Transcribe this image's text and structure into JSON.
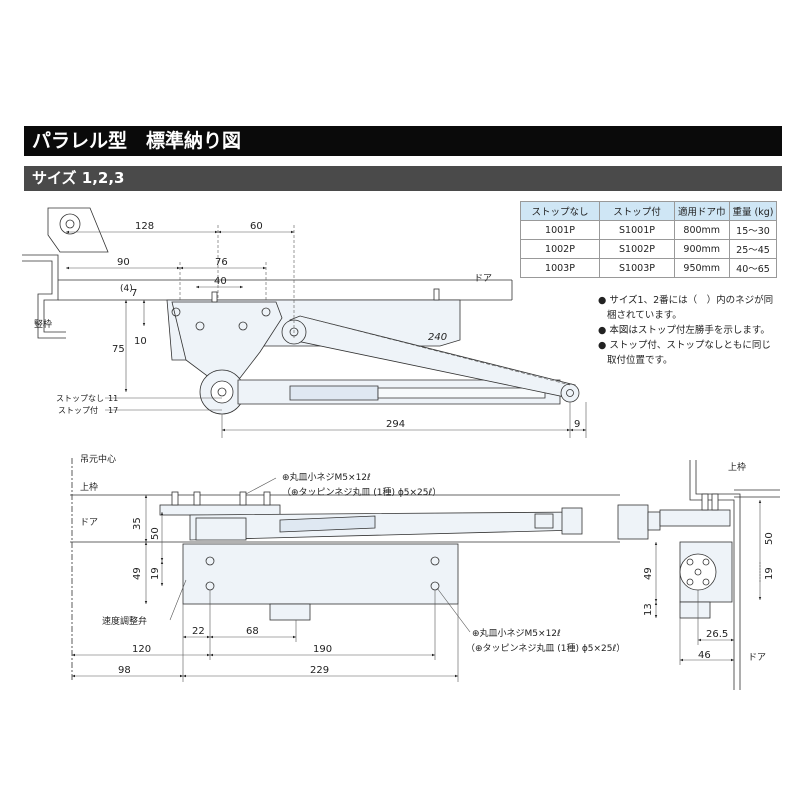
{
  "header": {
    "title": "パラレル型　標準納り図",
    "subtitle": "サイズ 1,2,3"
  },
  "spec_table": {
    "headers": [
      "ストップなし",
      "ストップ付",
      "適用ドア巾",
      "重量 (kg)"
    ],
    "rows": [
      [
        "1001P",
        "S1001P",
        "800mm",
        "15～30"
      ],
      [
        "1002P",
        "S1002P",
        "900mm",
        "25～45"
      ],
      [
        "1003P",
        "S1003P",
        "950mm",
        "40～65"
      ]
    ]
  },
  "notes": [
    "サイズ1、2番には（　）内のネジが同梱されています。",
    "本図はストップ付左勝手を示します。",
    "ストップ付、ストップなしともに同じ取付位置です。"
  ],
  "top_view": {
    "dims": {
      "d128": "128",
      "d60": "60",
      "d90": "90",
      "d76": "76",
      "d40": "40",
      "d4": "(4)",
      "d7": "7",
      "d10": "10",
      "d75": "75",
      "d240": "240",
      "d294": "294",
      "d9": "9",
      "d11": "11",
      "d17": "17"
    },
    "labels": {
      "door": "ドア",
      "frame": "竪枠",
      "stop_none": "ストップなし",
      "stop_with": "ストップ付"
    }
  },
  "front_view": {
    "labels": {
      "pivot": "吊元中心",
      "upper_frame": "上枠",
      "door": "ドア",
      "speed": "速度調整弁",
      "screw1": "⊕丸皿小ネジM5×12ℓ",
      "screw1b": "（⊕タッピンネジ丸皿 (1種) ϕ5×25ℓ）",
      "screw2": "⊕丸皿小ネジM5×12ℓ",
      "screw2b": "（⊕タッピンネジ丸皿 (1種) ϕ5×25ℓ）"
    },
    "dims": {
      "d35": "35",
      "d50": "50",
      "d49": "49",
      "d19": "19",
      "d22": "22",
      "d68": "68",
      "d120": "120",
      "d190": "190",
      "d98": "98",
      "d229": "229"
    }
  },
  "side_view": {
    "labels": {
      "upper_frame": "上枠",
      "door": "ドア"
    },
    "dims": {
      "d50": "50",
      "d49": "49",
      "d19": "19",
      "d13": "13",
      "d26": "26.5",
      "d46": "46"
    }
  }
}
